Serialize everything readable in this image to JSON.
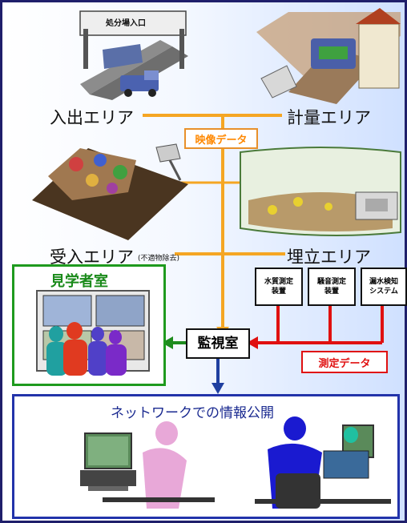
{
  "areas": {
    "entrance": "入出エリア",
    "weighing": "計量エリア",
    "receiving": "受入エリア",
    "receiving_note": "(不適物除去)",
    "landfill": "埋立エリア"
  },
  "sign": "処分場入口",
  "video_tag": "映像データ",
  "measurement_tag": "測定データ",
  "sensors": {
    "water_quality": "水質測定\n装置",
    "noise": "騒音測定\n装置",
    "leak": "漏水検知\nシステム"
  },
  "visitor_room": "見学者室",
  "monitoring_room": "監視室",
  "network": "ネットワークでの情報公開",
  "colors": {
    "video_line": "#f5a623",
    "measurement_line": "#e01010",
    "visitor_arrow": "#1e8c1e",
    "network_arrow": "#1f3fa0",
    "visitor_border": "#1e9a1e",
    "network_border": "#2233aa"
  }
}
